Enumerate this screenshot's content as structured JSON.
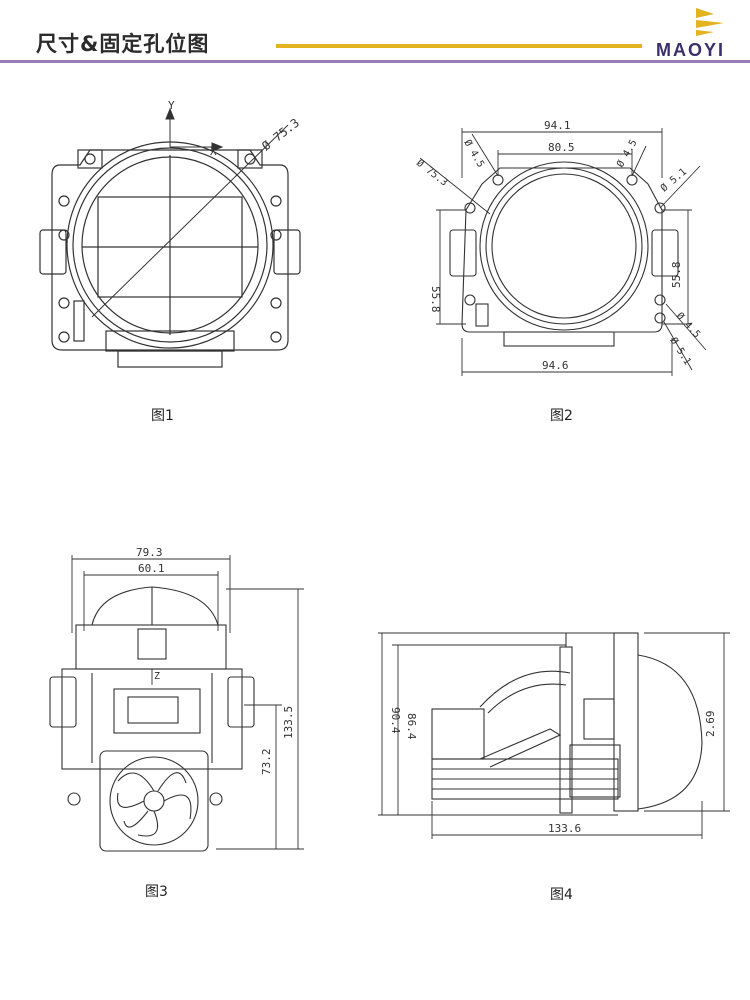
{
  "header": {
    "title": "尺寸&固定孔位图",
    "brand": "MAOYI",
    "colors": {
      "gold": "#e3b320",
      "purple": "#9a7bb5",
      "brand": "#3b2f6b"
    }
  },
  "figures": [
    {
      "caption": "图1",
      "axis_y": "Y",
      "axis_x": "X",
      "diameter": "Ø 75.3"
    },
    {
      "caption": "图2",
      "top_outer": "94.1",
      "top_inner": "80.5",
      "bottom": "94.6",
      "left_height": "55.8",
      "right_height": "55.8",
      "diameter": "Ø 75.3",
      "hole_tl": "Ø 4.5",
      "hole_tr": "Ø 4.5",
      "hole_r": "Ø 5.1",
      "hole_br1": "Ø 4.5",
      "hole_br2": "Ø 5.1"
    },
    {
      "caption": "图3",
      "top_outer": "79.3",
      "top_inner": "60.1",
      "height_inner": "73.2",
      "height_outer": "133.5",
      "axis_z": "Z"
    },
    {
      "caption": "图4",
      "height_outer": "90.4",
      "height_inner": "86.4",
      "height_right": "2.69",
      "length": "133.6"
    }
  ]
}
